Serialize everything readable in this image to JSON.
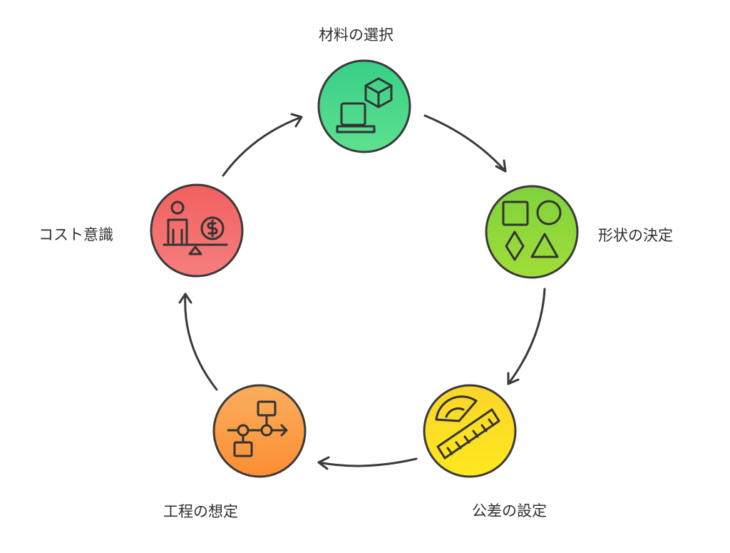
{
  "nodes": [
    {
      "id": "material",
      "label": "材料の選択",
      "color": "#46d98c",
      "icon": "laptop-cube-icon"
    },
    {
      "id": "shape",
      "label": "形状の決定",
      "color": "#8fd83a",
      "icon": "shapes-icon"
    },
    {
      "id": "tolerance",
      "label": "公差の設定",
      "color": "#fde127",
      "icon": "protractor-ruler-icon"
    },
    {
      "id": "process",
      "label": "工程の想定",
      "color": "#fb9a3f",
      "icon": "flowchart-icon"
    },
    {
      "id": "cost",
      "label": "コスト意識",
      "color": "#f26464",
      "icon": "person-balance-coin-icon"
    }
  ]
}
